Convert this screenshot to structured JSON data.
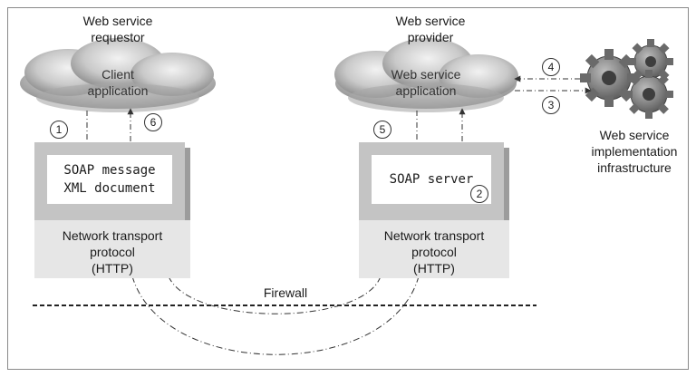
{
  "requestor": {
    "title_line1": "Web service",
    "title_line2": "requestor",
    "cloud_line1": "Client",
    "cloud_line2": "application",
    "soap_line1": "SOAP message",
    "soap_line2": "XML document",
    "transport_line1": "Network transport",
    "transport_line2": "protocol",
    "transport_line3": "(HTTP)"
  },
  "provider": {
    "title_line1": "Web service",
    "title_line2": "provider",
    "cloud_line1": "Web service",
    "cloud_line2": "application",
    "soap_line1": "SOAP server",
    "transport_line1": "Network transport",
    "transport_line2": "protocol",
    "transport_line3": "(HTTP)"
  },
  "implementation": {
    "line1": "Web service",
    "line2": "implementation",
    "line3": "infrastructure"
  },
  "firewall_label": "Firewall",
  "steps": [
    "1",
    "2",
    "3",
    "4",
    "5",
    "6"
  ],
  "icons": {
    "cloud": "cloud-icon",
    "gears": "gears-icon"
  }
}
